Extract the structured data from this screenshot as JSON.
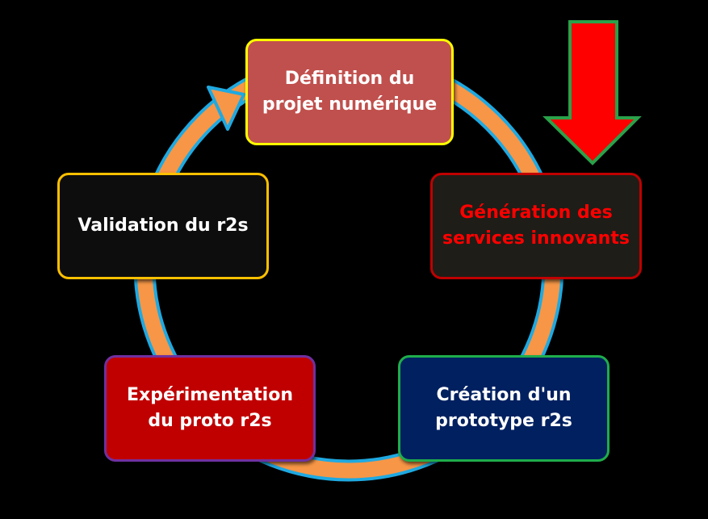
{
  "colors": {
    "background": "#000000",
    "ring_fill": "#f79646",
    "ring_outline": "#1fa9e1",
    "pointer_fill": "#ff0000",
    "pointer_outline": "#2aa14a"
  },
  "pointer": {
    "icon": "down-arrow-icon",
    "target_step": "step_2"
  },
  "steps": [
    {
      "id": "step_1",
      "label": "Définition du\nprojet numérique",
      "fill": "#c0504d",
      "border": "#ffff00",
      "text_color": "#ffffff"
    },
    {
      "id": "step_2",
      "label": "Génération des\nservices innovants",
      "fill": "#1f1d17",
      "border": "#c00000",
      "text_color": "#ff0000"
    },
    {
      "id": "step_3",
      "label": "Création d'un\nprototype r2s",
      "fill": "#002060",
      "border": "#1fad4b",
      "text_color": "#ffffff"
    },
    {
      "id": "step_4",
      "label": "Expérimentation\ndu proto r2s",
      "fill": "#c00000",
      "border": "#7030a0",
      "text_color": "#ffffff"
    },
    {
      "id": "step_5",
      "label": "Validation du r2s",
      "fill": "#0d0d0d",
      "border": "#ffc000",
      "text_color": "#ffffff"
    }
  ]
}
